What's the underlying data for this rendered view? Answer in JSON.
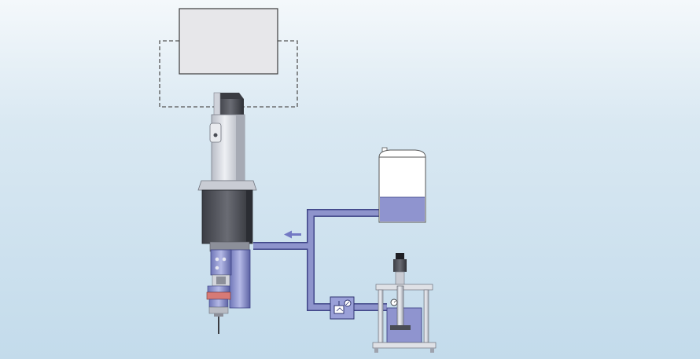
{
  "diagram": {
    "controller_screen": {
      "text": ""
    },
    "components": [
      {
        "id": "dispense_valve",
        "icon": "servo-valve-icon"
      },
      {
        "id": "reservoir_tank",
        "icon": "tank-icon"
      },
      {
        "id": "pressure_regulator",
        "icon": "regulator-icon"
      },
      {
        "id": "pail_pump",
        "icon": "pump-icon"
      }
    ],
    "flow_direction": "left",
    "colors": {
      "background_top": "#f4f8fb",
      "background_bottom": "#c3dbeb",
      "pipe_fill": "#8e94cc",
      "pipe_edge": "#3e4587",
      "fluid": "#8f94cf",
      "dashed_cable": "#555555",
      "arrow": "#7379c4"
    }
  }
}
